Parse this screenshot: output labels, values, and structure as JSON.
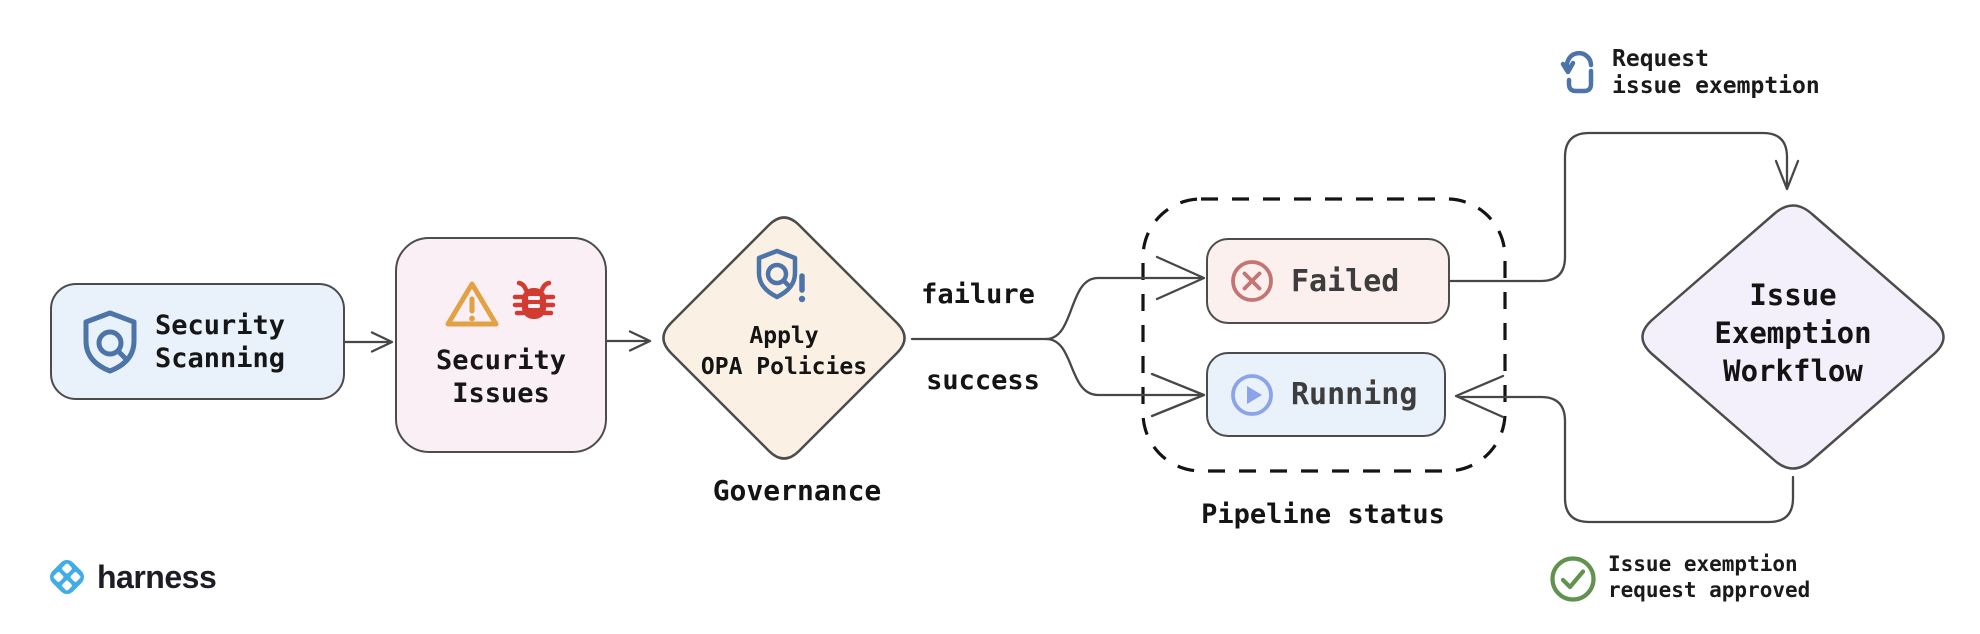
{
  "diagram": {
    "title_hint": "security scanning governance flow",
    "nodes": {
      "security_scanning": {
        "label": "Security\nScanning",
        "icon": "shield-scan-icon",
        "fill": "#e9f1fa"
      },
      "security_issues": {
        "label": "Security\nIssues",
        "icons": [
          "warning-icon",
          "bug-icon"
        ],
        "fill": "#fbeff6"
      },
      "apply_opa": {
        "label": "Apply\nOPA Policies",
        "icon": "shield-alert-icon",
        "fill": "#faf1e4",
        "shape": "diamond"
      },
      "failed": {
        "label": "Failed",
        "icon": "circle-x-icon",
        "fill": "#fbf0ee"
      },
      "running": {
        "label": "Running",
        "icon": "circle-play-icon",
        "fill": "#e9f1fa"
      },
      "issue_exemption_workflow": {
        "label": "Issue\nExemption\nWorkflow",
        "fill": "#f3f0fb",
        "shape": "diamond"
      }
    },
    "captions": {
      "governance": "Governance",
      "pipeline_status": "Pipeline status"
    },
    "edge_labels": {
      "failure": "failure",
      "success": "success"
    },
    "annotations": {
      "request_exemption": {
        "text": "Request\nissue exemption",
        "icon": "tap-request-icon"
      },
      "request_approved": {
        "text": "Issue exemption\nrequest approved",
        "icon": "check-circle-icon"
      }
    },
    "colors": {
      "steel_blue_icon": "#4d74a8",
      "warning_orange": "#e2a144",
      "bug_red": "#d23b2f",
      "failed_red": "#c47472",
      "running_blue": "#8ba3e8",
      "approved_green": "#61934f",
      "connector_gray": "#474747",
      "brand_blue": "#42ace6"
    }
  },
  "footer": {
    "brand": "harness"
  }
}
